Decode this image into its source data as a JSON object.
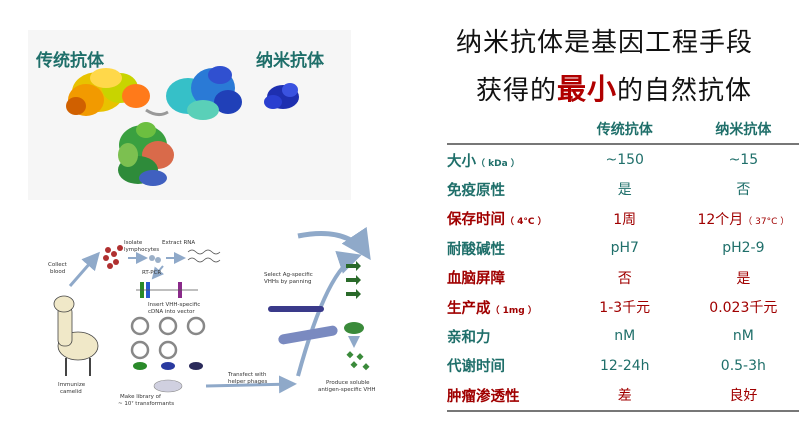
{
  "protein_labels": {
    "conventional": "传统抗体",
    "nano": "纳米抗体"
  },
  "headline": {
    "line1": "纳米抗体是基因工程手段",
    "line2_before": "获得的",
    "line2_highlight": "最小",
    "line2_after": "的自然抗体"
  },
  "table": {
    "columns": [
      "",
      "传统抗体",
      "纳米抗体"
    ],
    "rows": [
      {
        "property": "大小",
        "property_unit": "（ kDa ）",
        "conventional": "~150",
        "nano": "~15",
        "nano_unit": "",
        "color": "teal"
      },
      {
        "property": "免疫原性",
        "property_unit": "",
        "conventional": "是",
        "nano": "否",
        "nano_unit": "",
        "color": "teal"
      },
      {
        "property": "保存时间",
        "property_unit": "（ 4°C ）",
        "conventional": "1周",
        "nano": "12个月",
        "nano_unit": "（ 37°C ）",
        "color": "red"
      },
      {
        "property": "耐酸碱性",
        "property_unit": "",
        "conventional": "pH7",
        "nano": "pH2-9",
        "nano_unit": "",
        "color": "teal"
      },
      {
        "property": "血脑屏障",
        "property_unit": "",
        "conventional": "否",
        "nano": "是",
        "nano_unit": "",
        "color": "red"
      },
      {
        "property": "生产成",
        "property_unit": "（ 1mg ）",
        "conventional": "1-3千元",
        "nano": "0.023千元",
        "nano_unit": "",
        "color": "red"
      },
      {
        "property": "亲和力",
        "property_unit": "",
        "conventional": "nM",
        "nano": "nM",
        "nano_unit": "",
        "color": "teal"
      },
      {
        "property": "代谢时间",
        "property_unit": "",
        "conventional": "12-24h",
        "nano": "0.5-3h",
        "nano_unit": "",
        "color": "teal"
      },
      {
        "property": "肿瘤渗透性",
        "property_unit": "",
        "conventional": "差",
        "nano": "良好",
        "nano_unit": "",
        "color": "red"
      }
    ]
  },
  "workflow": {
    "collect_blood": [
      "Collect",
      "blood"
    ],
    "isolate": [
      "Isolate",
      "lymphocytes"
    ],
    "extract_rna": "Extract RNA",
    "rt_pcr": "RT-PCR",
    "insert": [
      "Insert VHH-specific",
      "cDNA into vector"
    ],
    "select": [
      "Select Ag-specific",
      "VHHs by panning"
    ],
    "immunize": [
      "Immunize",
      "camelid"
    ],
    "library": [
      "Make library of",
      "~ 10⁷ transformants"
    ],
    "transfect": [
      "Transfect with",
      "helper phages"
    ],
    "produce": [
      "Produce soluble",
      "antigen-specific VHH"
    ]
  }
}
